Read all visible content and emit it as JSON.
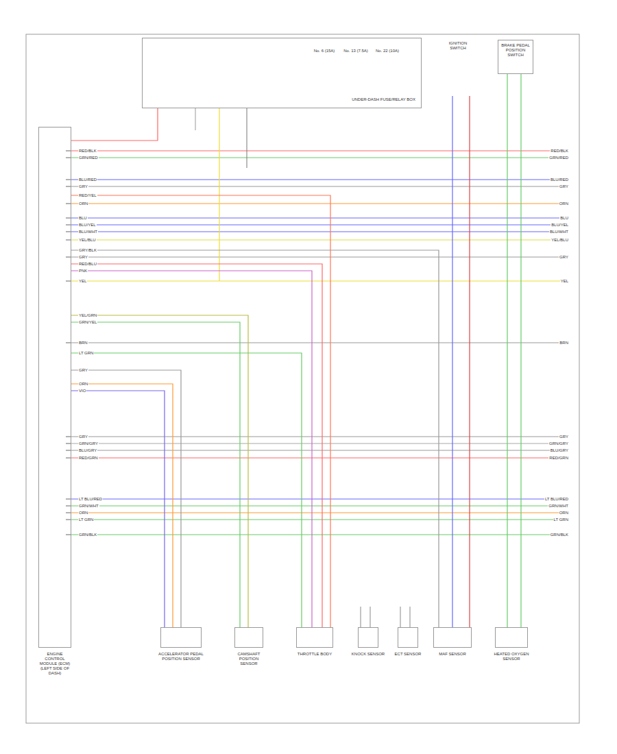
{
  "diagram": {
    "nodes": [
      {
        "text": [
          "ENGINE CONTROL MODULE (ECM) (LEFT SIDE OF DASH)"
        ]
      },
      {
        "text": [
          "UNDER-DASH FUSE/RELAY BOX"
        ]
      },
      {
        "text": [
          "IGNITION SWITCH"
        ]
      },
      {
        "text": [
          "BRAKE PEDAL POSITION SWITCH"
        ]
      },
      {
        "text": [
          "ACCELERATOR PEDAL POSITION SENSOR"
        ]
      },
      {
        "text": [
          "CAMSHAFT POSITION SENSOR"
        ]
      },
      {
        "text": [
          "THROTTLE BODY"
        ]
      },
      {
        "text": [
          "KNOCK SENSOR"
        ]
      },
      {
        "text": [
          "ECT SENSOR"
        ]
      },
      {
        "text": [
          "MAF SENSOR"
        ]
      },
      {
        "text": [
          "HEATED OXYGEN SENSOR"
        ]
      }
    ],
    "edges": [
      {
        "from": 0,
        "to": 4,
        "arrow": "none",
        "label": "VIO"
      },
      {
        "from": 0,
        "to": 4,
        "arrow": "none",
        "label": "ORN"
      },
      {
        "from": 0,
        "to": 4,
        "arrow": "none",
        "label": "GRY"
      },
      {
        "from": 0,
        "to": 5,
        "arrow": "none",
        "label": "GRN/YEL"
      },
      {
        "from": 0,
        "to": 5,
        "arrow": "none",
        "label": "YEL/GRN"
      },
      {
        "from": 0,
        "to": 6,
        "arrow": "none",
        "label": "LT GRN"
      },
      {
        "from": 0,
        "to": 6,
        "arrow": "none",
        "label": "PNK"
      },
      {
        "from": 0,
        "to": 6,
        "arrow": "none",
        "label": "RED/BLU"
      },
      {
        "from": 0,
        "to": 6,
        "arrow": "none",
        "label": "RED/YEL"
      },
      {
        "from": 0,
        "to": 9,
        "arrow": "none",
        "label": "GRY/BLK"
      },
      {
        "from": 2,
        "to": 9,
        "arrow": "none"
      },
      {
        "from": 2,
        "to": 9,
        "arrow": "none"
      },
      {
        "from": 3,
        "to": 10,
        "arrow": "none"
      },
      {
        "from": 3,
        "to": 10,
        "arrow": "none"
      },
      {
        "from": 1,
        "to": 0,
        "arrow": "none"
      }
    ],
    "labels": [
      "No. 6 (15A)",
      "No. 13 (7.5A)",
      "No. 22 (10A)",
      "RED/BLK",
      "GRN/RED",
      "BLU/RED",
      "GRY",
      "ORN",
      "BLU",
      "BLU/YEL",
      "BLU/WHT",
      "YEL/BLU",
      "GRY",
      "YEL",
      "BRN",
      "GRY",
      "GRN/GRY",
      "BLU/GRY",
      "RED/GRN",
      "LT BLU/RED",
      "GRN/WHT",
      "ORN",
      "LT GRN",
      "GRN/BLK",
      "RED/BLK",
      "GRN/RED",
      "BLU/RED",
      "GRY",
      "ORN",
      "BLU",
      "BLU/YEL",
      "BLU/WHT",
      "YEL/BLU",
      "GRY",
      "YEL",
      "BRN",
      "GRY",
      "GRN/GRY",
      "BLU/GRY",
      "RED/GRN",
      "LT BLU/RED",
      "GRN/WHT",
      "ORN",
      "LT GRN",
      "GRN/BLK"
    ]
  }
}
